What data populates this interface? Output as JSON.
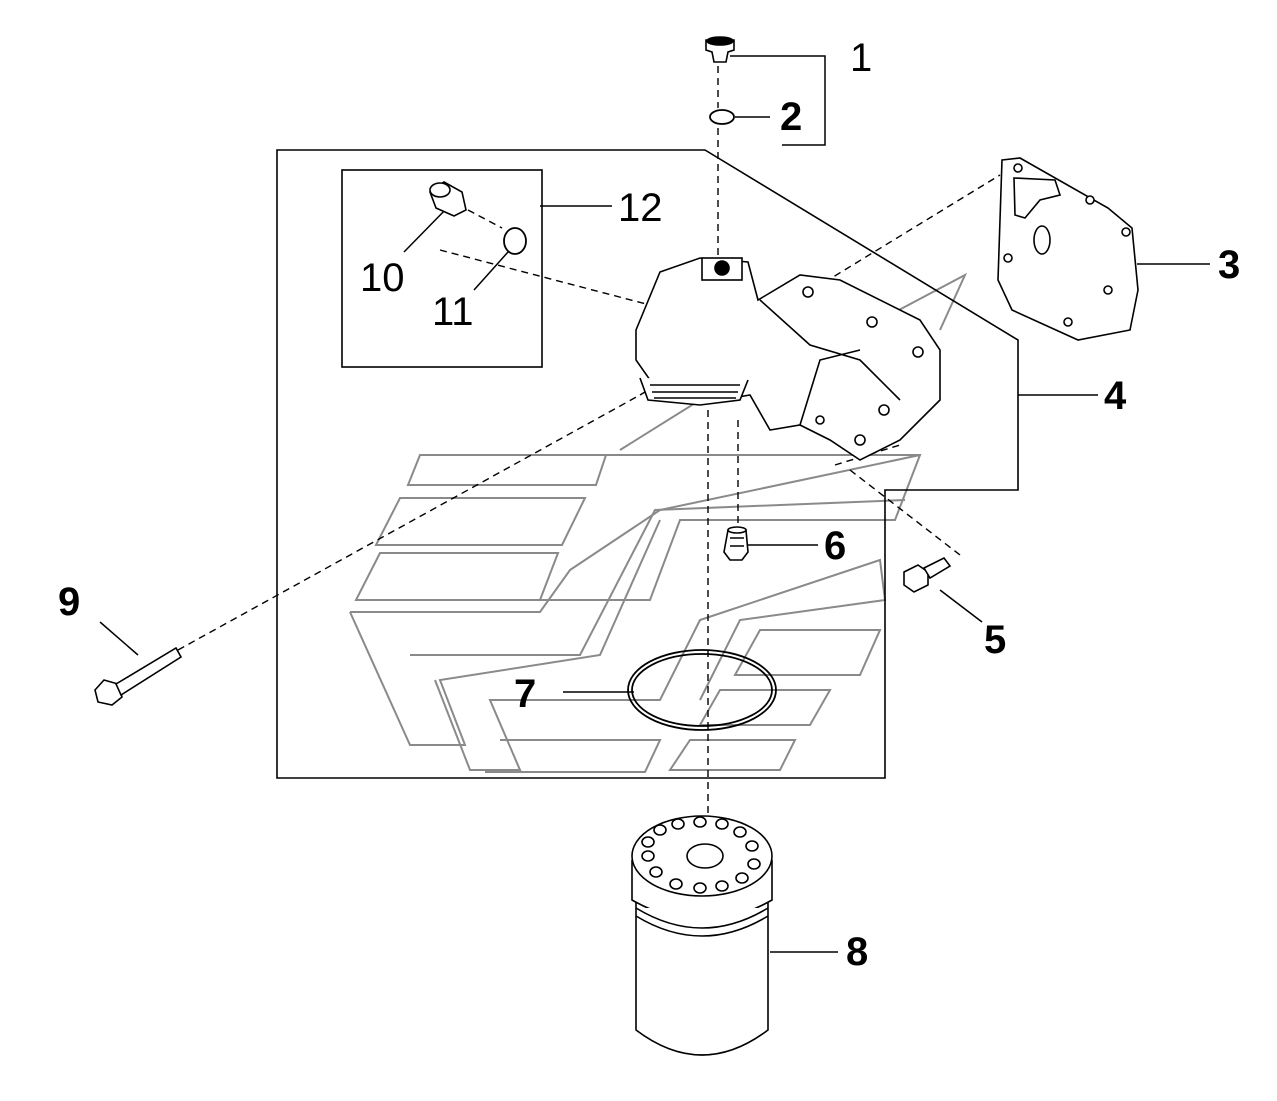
{
  "callouts": {
    "c1": "1",
    "c2": "2",
    "c3": "3",
    "c4": "4",
    "c5": "5",
    "c6": "6",
    "c7": "7",
    "c8": "8",
    "c9": "9",
    "c10": "10",
    "c11": "11",
    "c12": "12"
  },
  "colors": {
    "line": "#000000",
    "watermark": "#8a8a8a",
    "background": "#ffffff"
  }
}
